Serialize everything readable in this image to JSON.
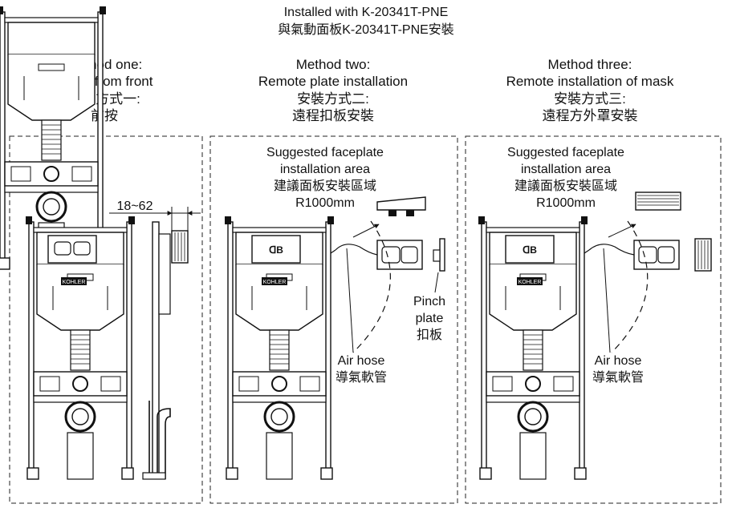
{
  "header": {
    "line1": "Installed with K-20341T-PNE",
    "line2": "與氣動面板K-20341T-PNE安裝"
  },
  "methods": [
    {
      "title_en_1": "Method one:",
      "title_en_2": "Press from front",
      "title_zh_1": "安裝方式一:",
      "title_zh_2": "前按",
      "dimension": "18~62"
    },
    {
      "title_en_1": "Method two:",
      "title_en_2": "Remote plate installation",
      "title_zh_1": "安裝方式二:",
      "title_zh_2": "遠程扣板安裝",
      "area_en_1": "Suggested faceplate",
      "area_en_2": "installation area",
      "area_zh": "建議面板安裝區域",
      "radius": "R1000mm",
      "pinch_1": "Pinch",
      "pinch_2": "plate",
      "pinch_zh": "扣板",
      "hose_en": "Air hose",
      "hose_zh": "導氣軟管"
    },
    {
      "title_en_1": "Method three:",
      "title_en_2": "Remote installation of mask",
      "title_zh_1": "安裝方式三:",
      "title_zh_2": "遠程方外罩安裝",
      "area_en_1": "Suggested faceplate",
      "area_en_2": "installation area",
      "area_zh": "建議面板安裝區域",
      "radius": "R1000mm",
      "hose_en": "Air hose",
      "hose_zh": "導氣軟管"
    }
  ],
  "brand": "KOHLER"
}
